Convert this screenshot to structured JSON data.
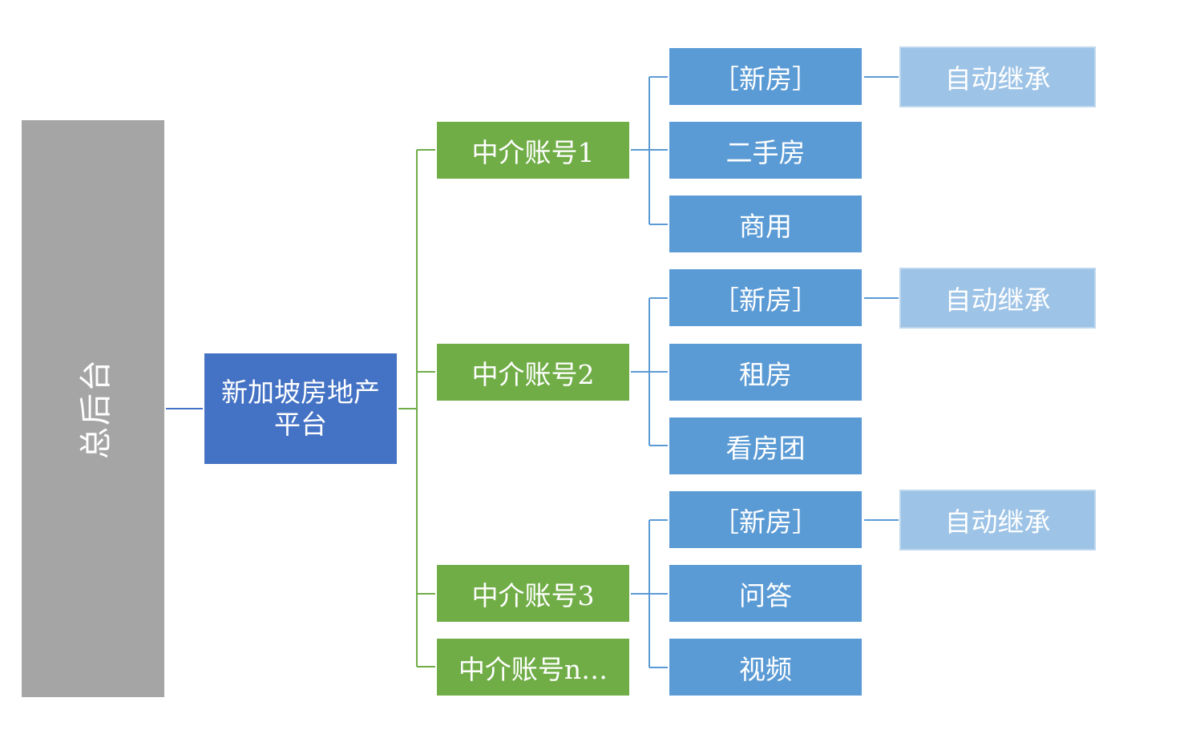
{
  "root": {
    "label": "总后台"
  },
  "platform": {
    "label": "新加坡房地产平台"
  },
  "agents": [
    {
      "label": "中介账号1"
    },
    {
      "label": "中介账号2"
    },
    {
      "label": "中介账号3"
    },
    {
      "label": "中介账号n…"
    }
  ],
  "groups": [
    {
      "items": [
        "［新房］",
        "二手房",
        "商用"
      ],
      "inherit": "自动继承"
    },
    {
      "items": [
        "［新房］",
        "租房",
        "看房团"
      ],
      "inherit": "自动继承"
    },
    {
      "items": [
        "［新房］",
        "问答",
        "视频"
      ],
      "inherit": "自动继承"
    }
  ],
  "colors": {
    "root": "#a5a5a5",
    "platform": "#4472c4",
    "agent": "#70ad47",
    "category": "#5b9bd5",
    "auto_inherit": "#9dc3e6",
    "connector_root": "#4472c4",
    "connector_agent": "#70ad47",
    "connector_category": "#5b9bd5"
  }
}
